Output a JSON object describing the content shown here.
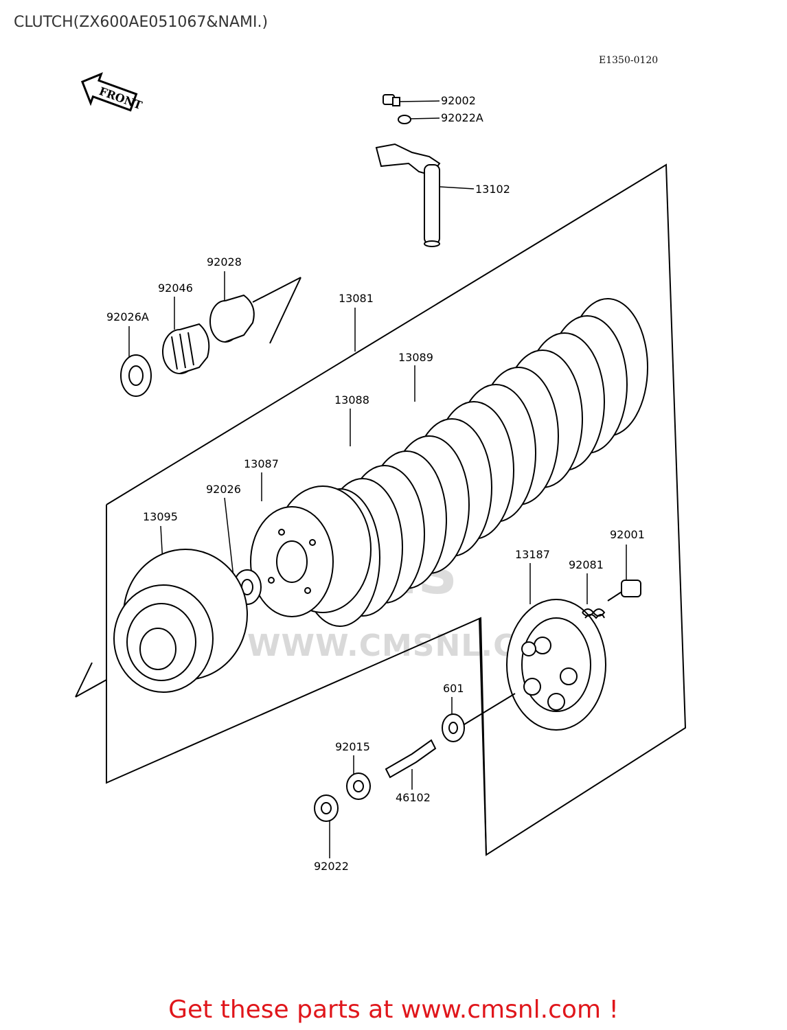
{
  "header": {
    "title": "CLUTCH(ZX600AE051067&NAMI.)"
  },
  "drawing_code": "E1350-0120",
  "front_marker": "FRONT",
  "watermark": {
    "url": "WWW.CMSNL.COM",
    "logo": "CMS"
  },
  "parts": [
    {
      "number": "92002"
    },
    {
      "number": "92022A"
    },
    {
      "number": "13102"
    },
    {
      "number": "92028"
    },
    {
      "number": "92046"
    },
    {
      "number": "92026A"
    },
    {
      "number": "13081"
    },
    {
      "number": "13089"
    },
    {
      "number": "13088"
    },
    {
      "number": "13087"
    },
    {
      "number": "92026"
    },
    {
      "number": "13095"
    },
    {
      "number": "92001"
    },
    {
      "number": "13187"
    },
    {
      "number": "92081"
    },
    {
      "number": "601"
    },
    {
      "number": "92015"
    },
    {
      "number": "46102"
    },
    {
      "number": "92022"
    }
  ],
  "footer": {
    "link_text": "Get these parts at www.cmsnl.com !"
  },
  "colors": {
    "link": "#e0161b",
    "line": "#000000",
    "watermark": "#d9d9d9"
  }
}
